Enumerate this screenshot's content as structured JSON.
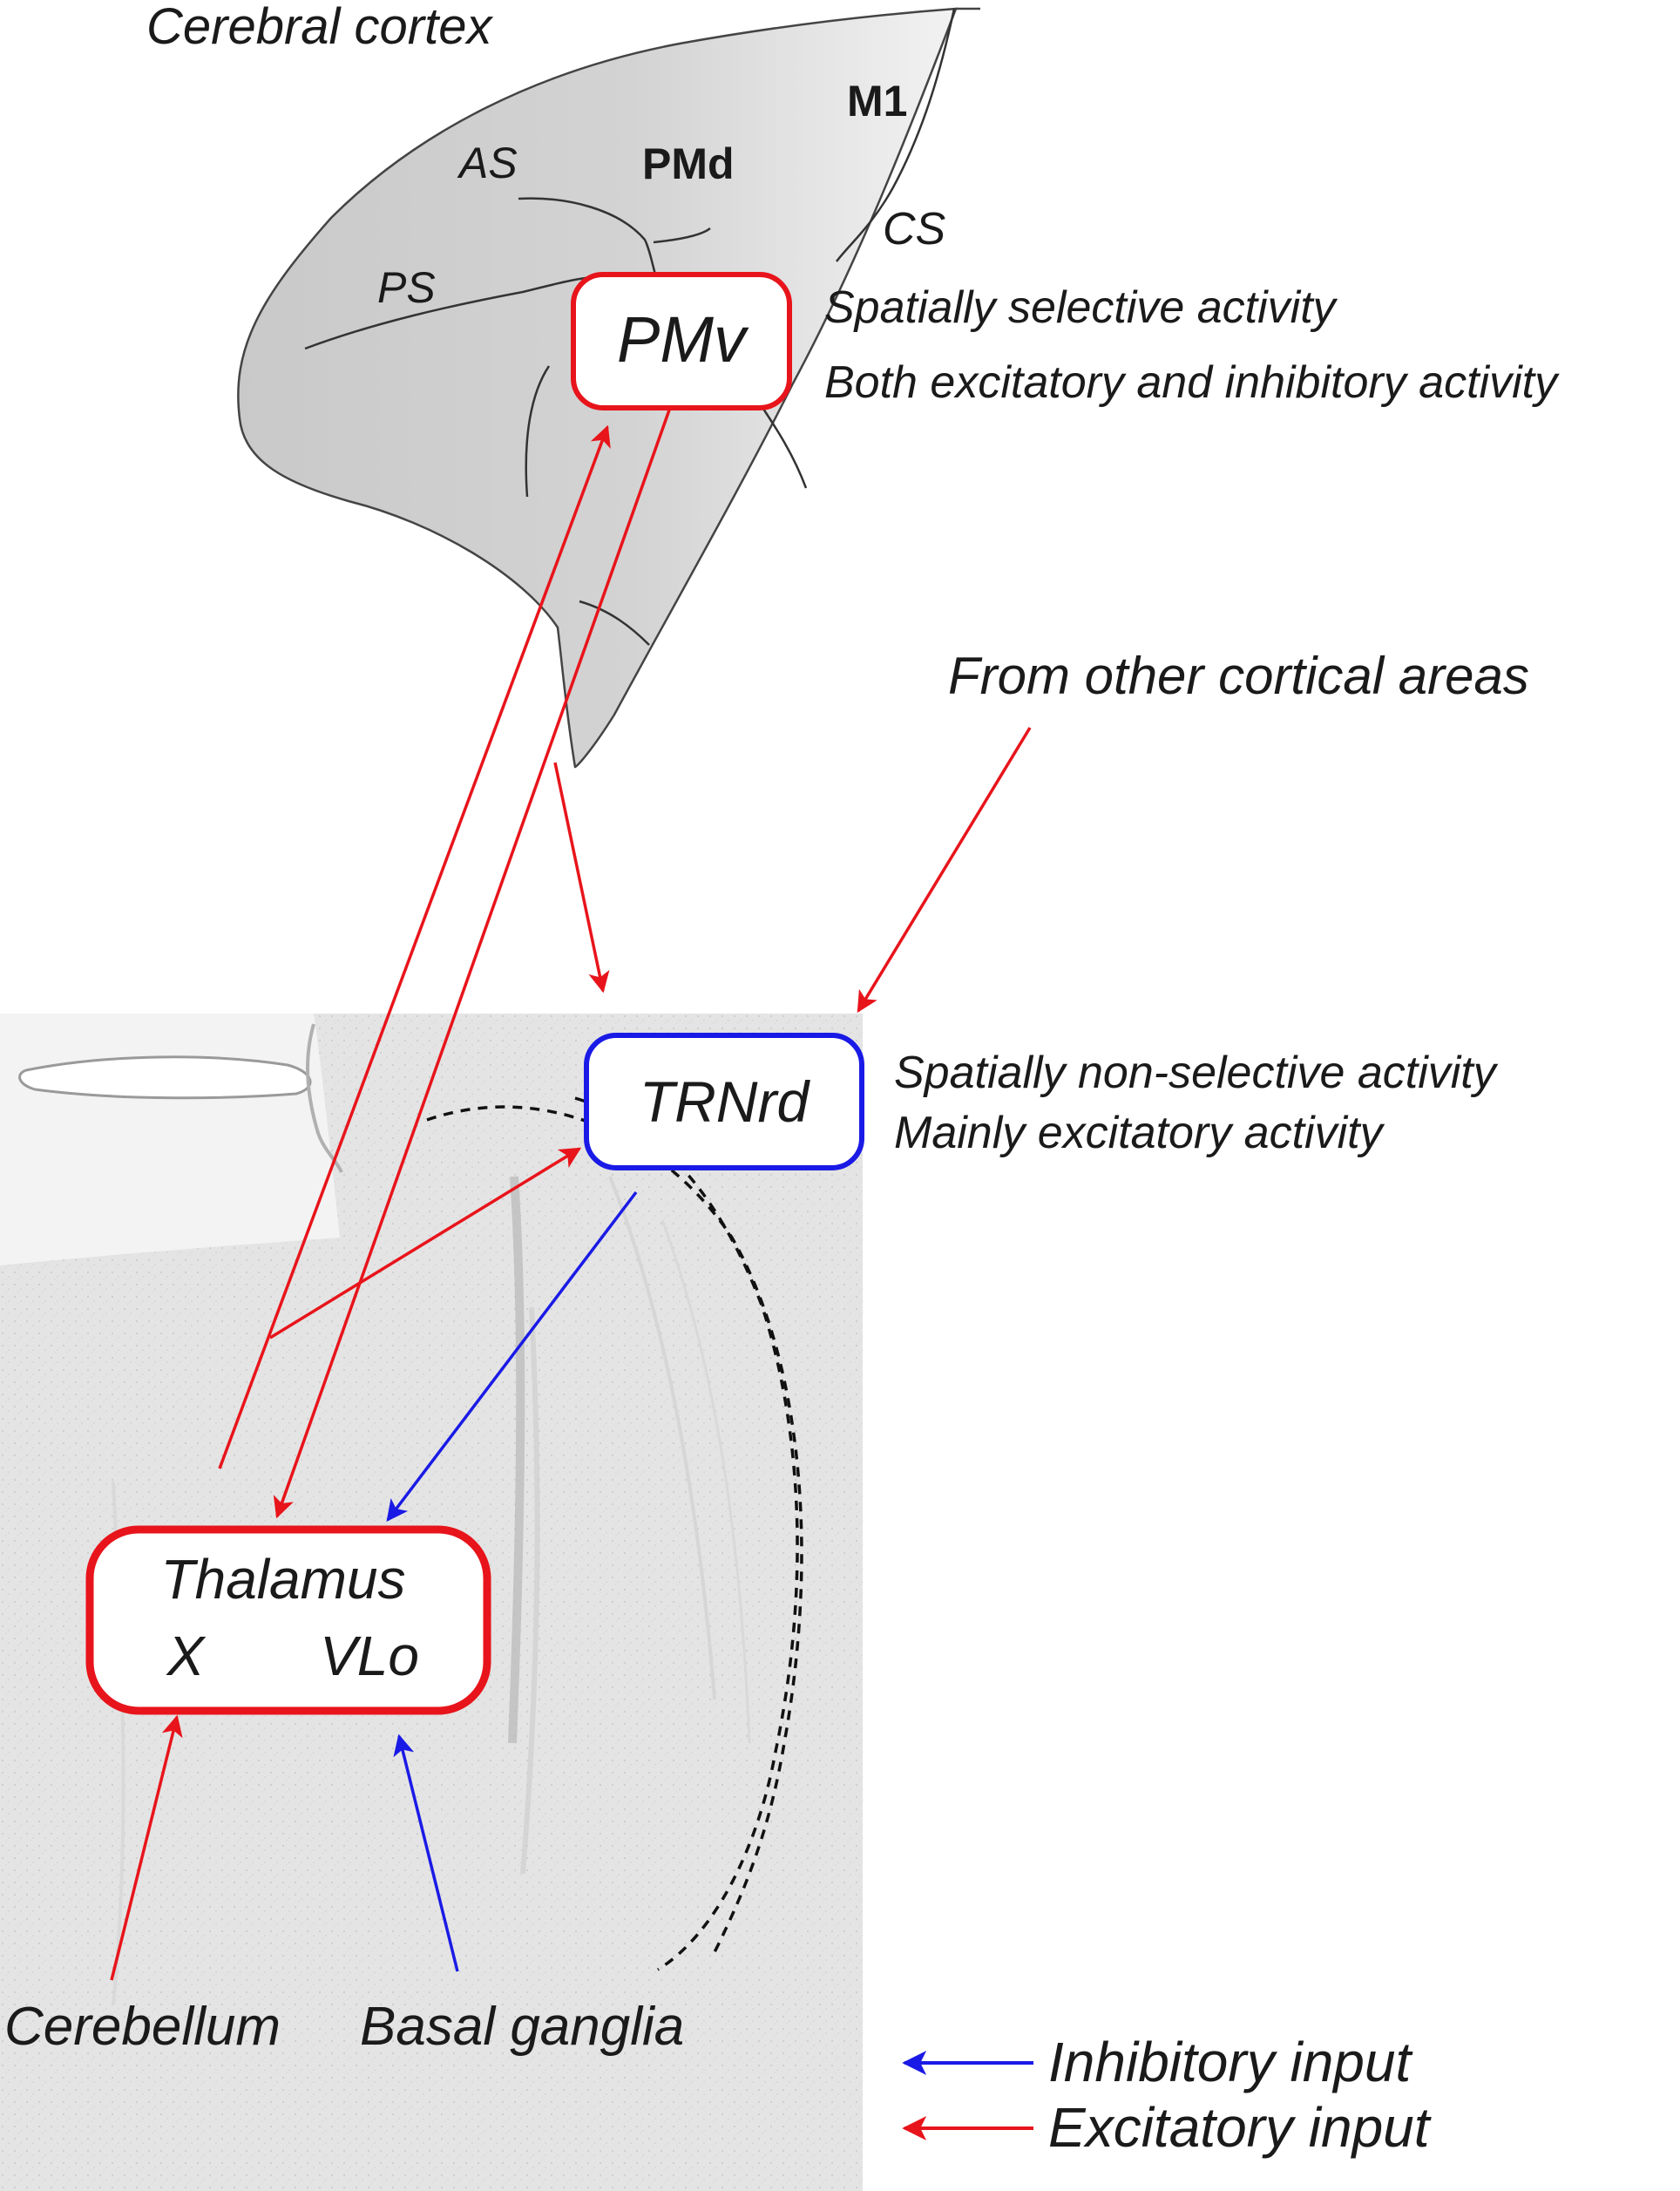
{
  "cortex": {
    "title": "Cerebral cortex",
    "areas": {
      "m1": "M1",
      "pmd": "PMd"
    },
    "sulci": {
      "as": "AS",
      "ps": "PS",
      "cs": "CS"
    }
  },
  "nodes": {
    "pmv": {
      "label": "PMv",
      "color": "#e8141b",
      "notes": [
        "Spatially selective activity",
        "Both excitatory and inhibitory activity"
      ]
    },
    "trnrd": {
      "label": "TRNrd",
      "color": "#1a1ae6",
      "notes": [
        "Spatially non-selective activity",
        "Mainly excitatory activity"
      ]
    },
    "thalamus": {
      "label": "Thalamus",
      "nuclei": [
        "X",
        "VLo"
      ],
      "color": "#e8141b"
    }
  },
  "inputs": {
    "other_cortical": "From other cortical areas",
    "cerebellum": "Cerebellum",
    "basal_ganglia": "Basal ganglia"
  },
  "legend": {
    "inhibitory": {
      "label": "Inhibitory input",
      "color": "#1a1ae6"
    },
    "excitatory": {
      "label": "Excitatory input",
      "color": "#e8141b"
    }
  },
  "colors": {
    "excitatory": "#e8141b",
    "inhibitory": "#1a1ae6",
    "cortex_fill": "#cfcfcf",
    "section_bg": "#e6e6e6"
  }
}
